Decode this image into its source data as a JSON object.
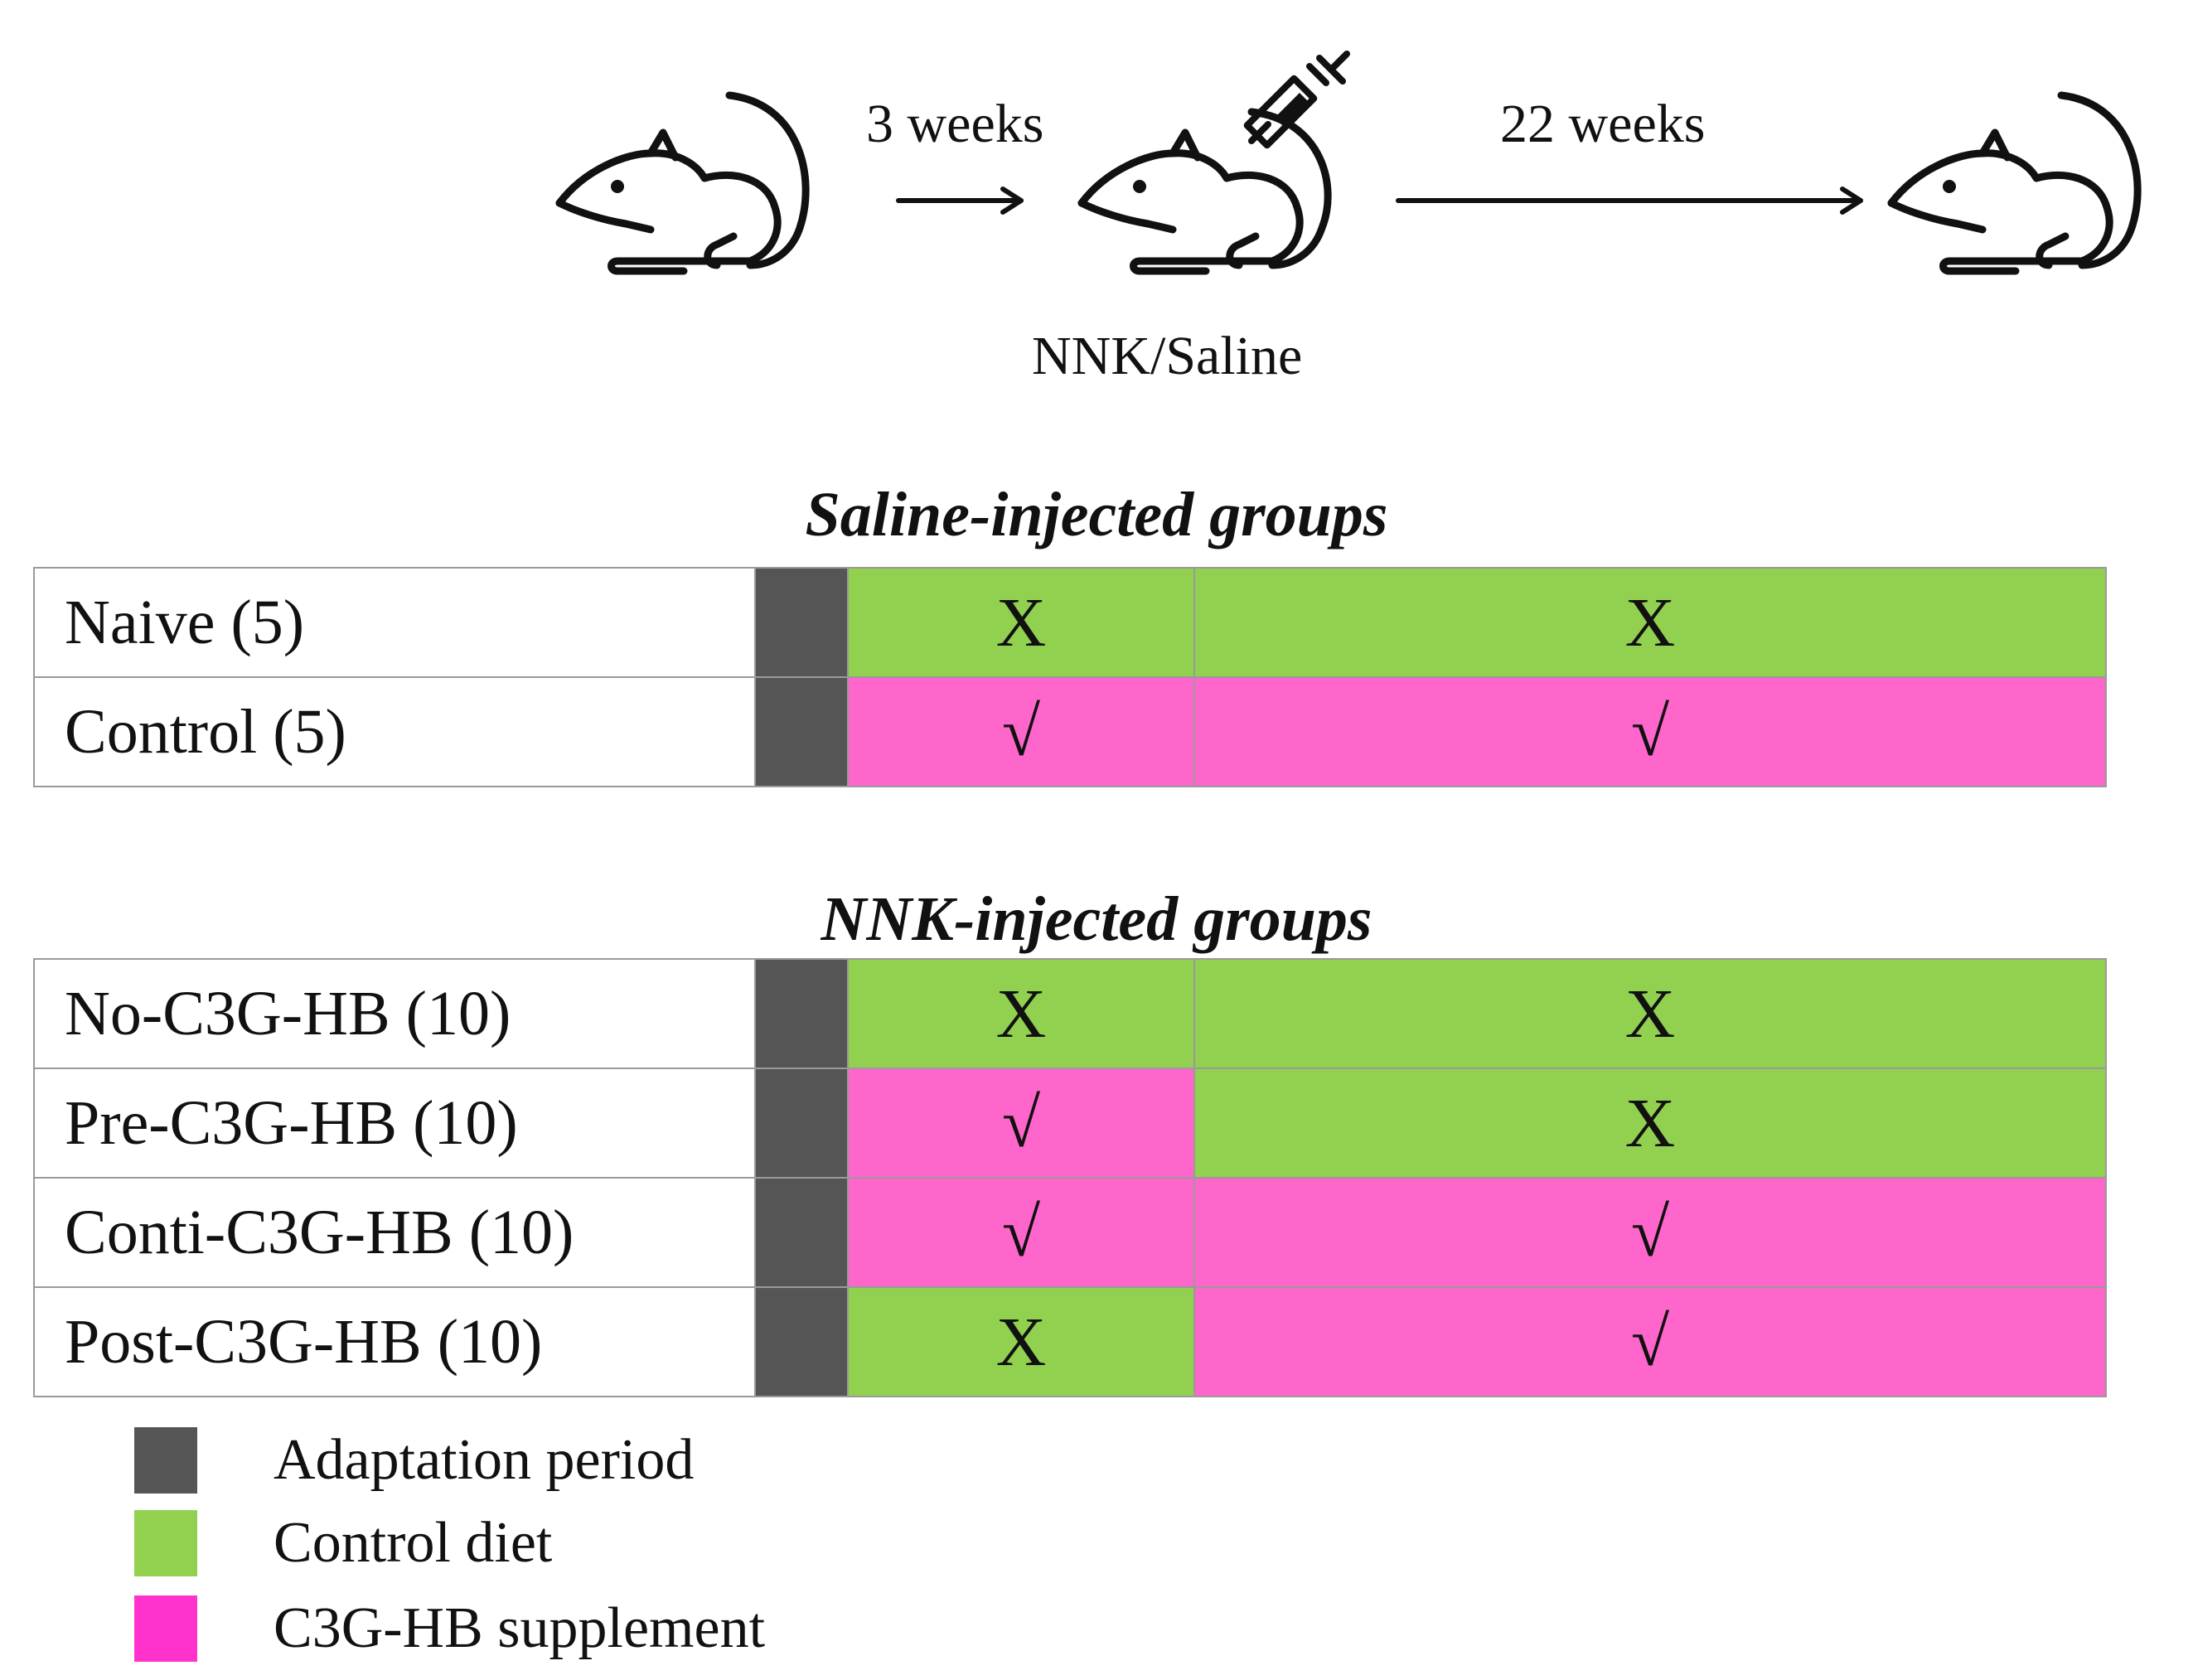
{
  "colors": {
    "adaptation": "#555555",
    "control_diet": "#92d050",
    "supplement": "#ff66cc",
    "supplement_legend": "#ff33cc"
  },
  "icons": [
    "mouse-icon",
    "mouse-icon",
    "syringe-icon",
    "mouse-icon",
    "arrow-right-icon",
    "arrow-right-icon"
  ],
  "timeline": {
    "label_3weeks": "3 weeks",
    "label_22weeks": "22 weeks",
    "label_injection": "NNK/Saline"
  },
  "saline": {
    "title": "Saline-injected groups",
    "rows": [
      {
        "name": "Naive (5)",
        "p1": "X",
        "p2": "X",
        "p1_type": "control",
        "p2_type": "control"
      },
      {
        "name": "Control (5)",
        "p1": "√",
        "p2": "√",
        "p1_type": "supplement",
        "p2_type": "supplement"
      }
    ]
  },
  "nnk": {
    "title": "NNK-injected groups",
    "rows": [
      {
        "name": "No-C3G-HB (10)",
        "p1": "X",
        "p2": "X",
        "p1_type": "control",
        "p2_type": "control"
      },
      {
        "name": "Pre-C3G-HB (10)",
        "p1": "√",
        "p2": "X",
        "p1_type": "supplement",
        "p2_type": "control"
      },
      {
        "name": "Conti-C3G-HB (10)",
        "p1": "√",
        "p2": "√",
        "p1_type": "supplement",
        "p2_type": "supplement"
      },
      {
        "name": "Post-C3G-HB (10)",
        "p1": "X",
        "p2": "√",
        "p1_type": "control",
        "p2_type": "supplement"
      }
    ]
  },
  "legend": {
    "items": [
      {
        "label": "Adaptation period",
        "type": "adaptation"
      },
      {
        "label": "Control diet",
        "type": "control"
      },
      {
        "label": "C3G-HB supplement",
        "type": "supplement"
      }
    ]
  }
}
